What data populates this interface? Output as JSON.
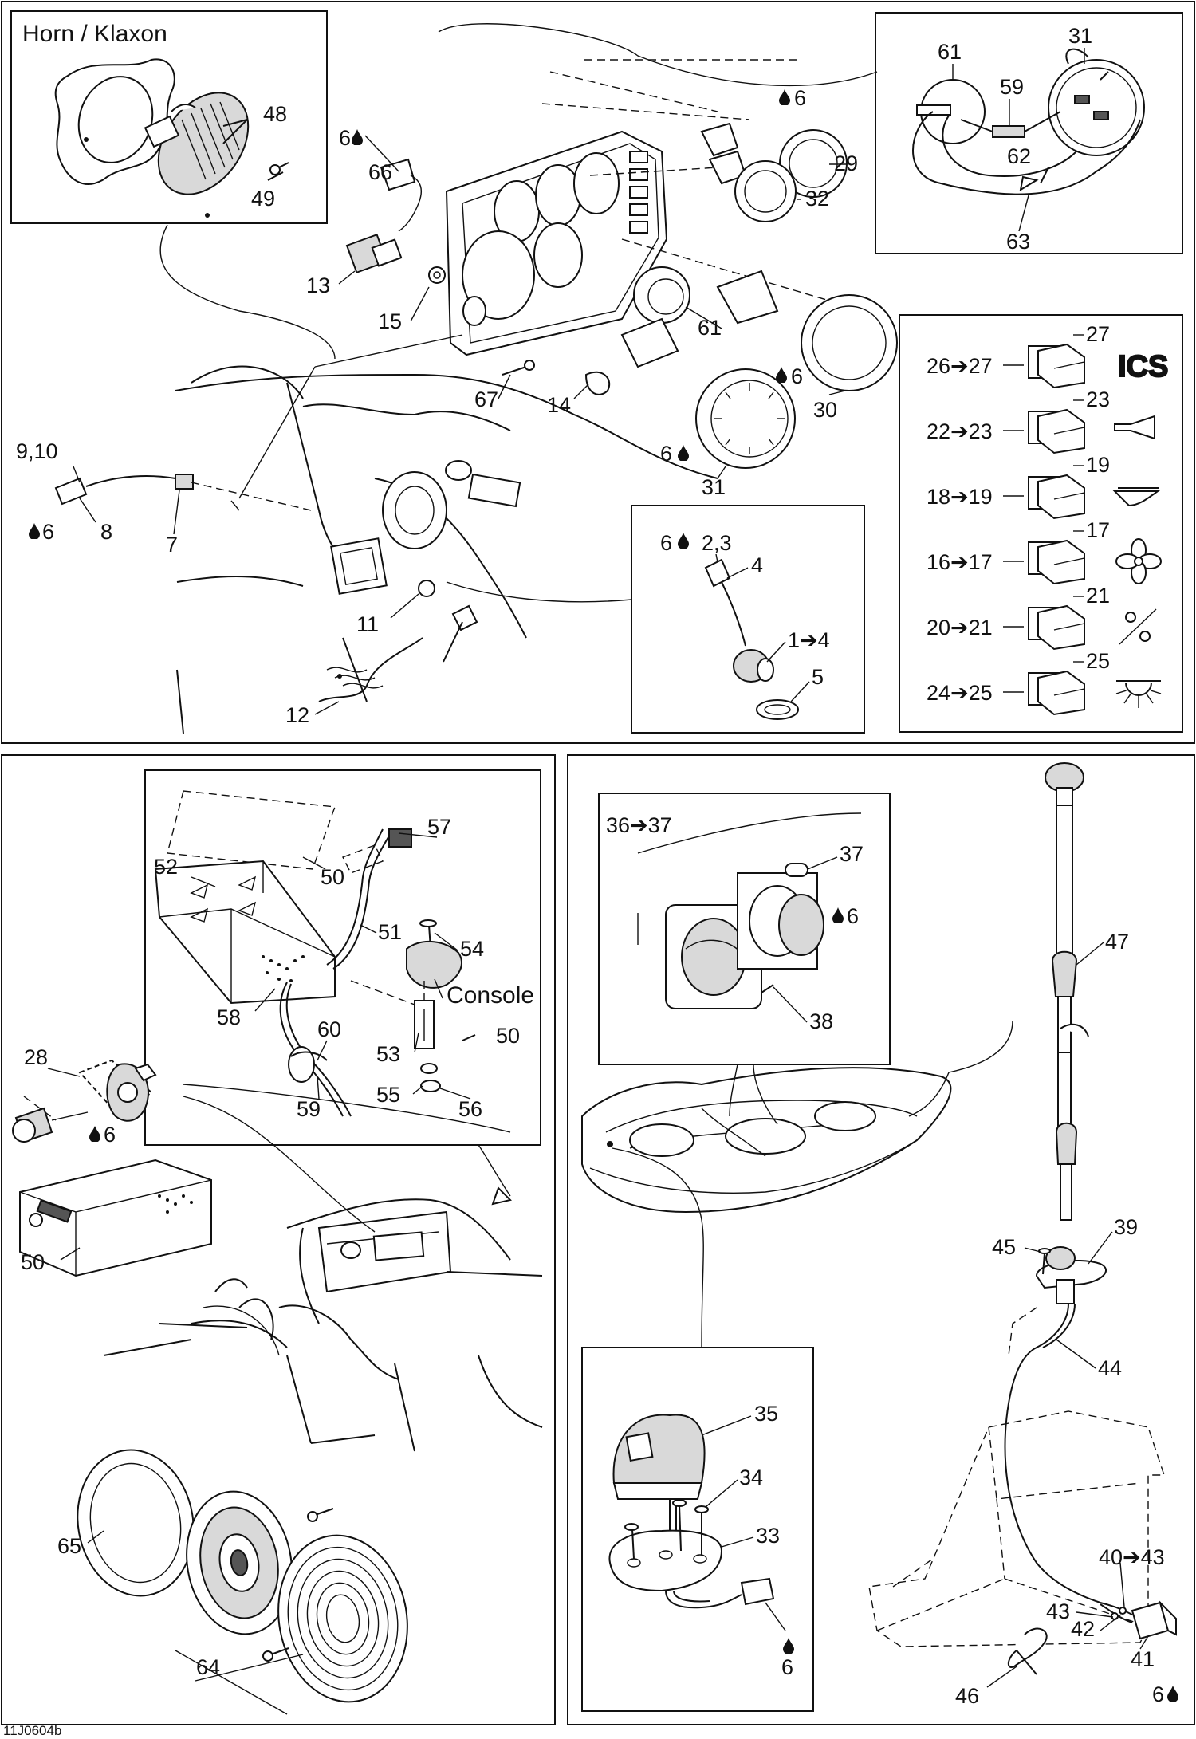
{
  "figure_code": "11J0604b",
  "panels": {
    "horn": {
      "title": "Horn  / Klaxon",
      "labels": [
        {
          "id": "48",
          "text": "48"
        },
        {
          "id": "49",
          "text": "49"
        }
      ]
    },
    "dash": {
      "labels": [
        {
          "id": "66",
          "text": "66"
        },
        {
          "id": "6a",
          "text": "6"
        },
        {
          "id": "13",
          "text": "13"
        },
        {
          "id": "15",
          "text": "15"
        },
        {
          "id": "29",
          "text": "29"
        },
        {
          "id": "32",
          "text": "32"
        },
        {
          "id": "6b",
          "text": "6"
        },
        {
          "id": "61a",
          "text": "61"
        },
        {
          "id": "67",
          "text": "67"
        },
        {
          "id": "14",
          "text": "14"
        },
        {
          "id": "6c",
          "text": "6"
        },
        {
          "id": "30",
          "text": "30"
        },
        {
          "id": "6d",
          "text": "6"
        },
        {
          "id": "31a",
          "text": "31"
        },
        {
          "id": "910",
          "text": "9,10"
        },
        {
          "id": "6e",
          "text": "6"
        },
        {
          "id": "8",
          "text": "8"
        },
        {
          "id": "7",
          "text": "7"
        },
        {
          "id": "11",
          "text": "11"
        },
        {
          "id": "12",
          "text": "12"
        }
      ]
    },
    "gauge_wiring": {
      "labels": [
        {
          "id": "61b",
          "text": "61"
        },
        {
          "id": "31b",
          "text": "31"
        },
        {
          "id": "59a",
          "text": "59"
        },
        {
          "id": "62",
          "text": "62"
        },
        {
          "id": "63",
          "text": "63"
        }
      ]
    },
    "switches": {
      "rows": [
        {
          "kit": "26➔27",
          "part": "27",
          "symbol": "ICS"
        },
        {
          "kit": "22➔23",
          "part": "23",
          "symbol": "horn-icon"
        },
        {
          "kit": "18➔19",
          "part": "19",
          "symbol": "trim-icon"
        },
        {
          "kit": "16➔17",
          "part": "17",
          "symbol": "fan-icon"
        },
        {
          "kit": "20➔21",
          "part": "21",
          "symbol": "navigation-light-icon"
        },
        {
          "kit": "24➔25",
          "part": "25",
          "symbol": "courtesy-light-icon"
        }
      ]
    },
    "sensor": {
      "labels": [
        {
          "id": "6f",
          "text": "6"
        },
        {
          "id": "23",
          "text": "2,3"
        },
        {
          "id": "4",
          "text": "4"
        },
        {
          "id": "14k",
          "text": "1➔4"
        },
        {
          "id": "5",
          "text": "5"
        }
      ]
    },
    "stereo": {
      "labels": [
        {
          "id": "57",
          "text": "57"
        },
        {
          "id": "52",
          "text": "52"
        },
        {
          "id": "50a",
          "text": "50"
        },
        {
          "id": "51",
          "text": "51"
        },
        {
          "id": "54",
          "text": "54"
        },
        {
          "id": "console",
          "text": "Console"
        },
        {
          "id": "58",
          "text": "58"
        },
        {
          "id": "60",
          "text": "60"
        },
        {
          "id": "50b",
          "text": "50"
        },
        {
          "id": "53",
          "text": "53"
        },
        {
          "id": "55",
          "text": "55"
        },
        {
          "id": "56",
          "text": "56"
        },
        {
          "id": "59b",
          "text": "59"
        },
        {
          "id": "28",
          "text": "28"
        },
        {
          "id": "6g",
          "text": "6"
        },
        {
          "id": "50c",
          "text": "50"
        },
        {
          "id": "65",
          "text": "65"
        },
        {
          "id": "64",
          "text": "64"
        }
      ]
    },
    "boat": {
      "labels": [
        {
          "id": "3637",
          "text": "36➔37"
        },
        {
          "id": "37",
          "text": "37"
        },
        {
          "id": "6h",
          "text": "6"
        },
        {
          "id": "38",
          "text": "38"
        },
        {
          "id": "47",
          "text": "47"
        },
        {
          "id": "45",
          "text": "45"
        },
        {
          "id": "39",
          "text": "39"
        },
        {
          "id": "44",
          "text": "44"
        },
        {
          "id": "35",
          "text": "35"
        },
        {
          "id": "34",
          "text": "34"
        },
        {
          "id": "33",
          "text": "33"
        },
        {
          "id": "6i",
          "text": "6"
        },
        {
          "id": "4043",
          "text": "40➔43"
        },
        {
          "id": "43",
          "text": "43"
        },
        {
          "id": "42",
          "text": "42"
        },
        {
          "id": "41",
          "text": "41"
        },
        {
          "id": "46",
          "text": "46"
        },
        {
          "id": "6j",
          "text": "6"
        }
      ]
    }
  },
  "colors": {
    "line": "#111111",
    "background": "#ffffff",
    "shade": "#d9d9d9"
  }
}
